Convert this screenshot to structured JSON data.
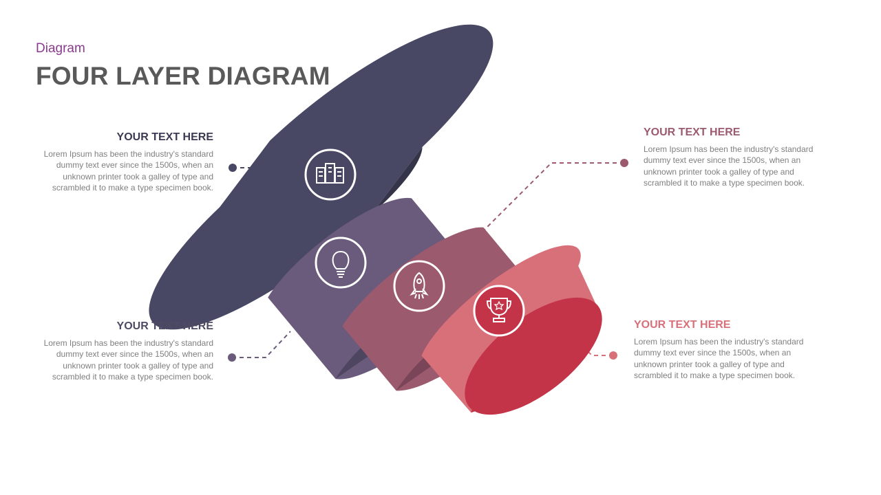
{
  "header": {
    "eyebrow": "Diagram",
    "title": "FOUR LAYER DIAGRAM"
  },
  "colors": {
    "layer1": "#484764",
    "layer2": "#6a5a7b",
    "layer3": "#9b5a6e",
    "layer4": "#d8707a",
    "left_heading": "#3b3a52",
    "layer3_heading": "#9b5a6e",
    "layer4_heading": "#d8707a"
  },
  "layers": [
    {
      "icon": "buildings-icon",
      "heading": "YOUR TEXT HERE",
      "body": "Lorem Ipsum has been the industry's standard dummy text ever  since the 1500s, when an unknown printer took a galley of type and scrambled it to make a type specimen book."
    },
    {
      "icon": "lightbulb-icon",
      "heading": "YOUR TEXT HERE",
      "body": "Lorem Ipsum has been the industry's standard dummy text ever  since the 1500s, when an unknown printer took a galley of type and scrambled it to make a type specimen book."
    },
    {
      "icon": "rocket-icon",
      "heading": "YOUR TEXT HERE",
      "body": "Lorem Ipsum has been the industry's standard dummy text ever  since the 1500s, when an unknown printer took a galley of type and scrambled it to make a type specimen book."
    },
    {
      "icon": "trophy-icon",
      "heading": "YOUR TEXT HERE",
      "body": "Lorem Ipsum has been the industry's standard dummy text ever  since the 1500s, when an unknown printer took a galley of type and scrambled it to make a type specimen book."
    }
  ]
}
